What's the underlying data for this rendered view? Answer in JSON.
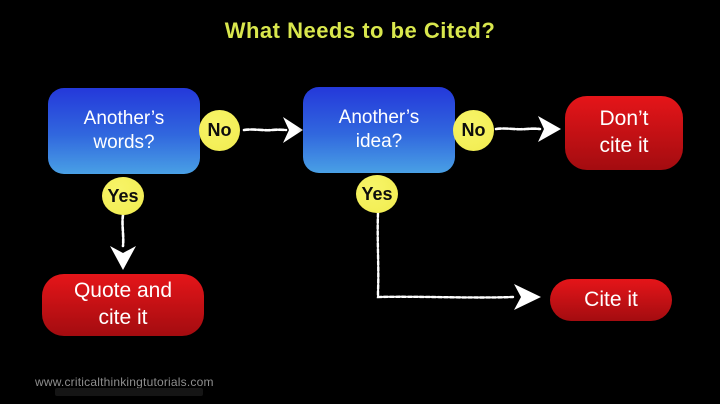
{
  "title": "What Needs to be Cited?",
  "watermark": "www.criticalthinkingtutorials.com",
  "nodes": {
    "words": {
      "label": "Another’s\nwords?"
    },
    "idea": {
      "label": "Another’s\nidea?"
    },
    "dont_cite": {
      "label": "Don’t\ncite it"
    },
    "quote_cite": {
      "label": "Quote and\ncite it"
    },
    "cite": {
      "label": "Cite it"
    }
  },
  "connectors": {
    "no1": "No",
    "no2": "No",
    "yes1": "Yes",
    "yes2": "Yes"
  },
  "colors": {
    "background": "#000000",
    "title": "#d9e74d",
    "blue_top": "#2438da",
    "blue_mid": "#3168de",
    "blue_bottom": "#49a0e5",
    "red_top": "#e51519",
    "red_bottom": "#a30c10",
    "circle": "#f1ec4f",
    "arrow": "#ffffff",
    "node_text": "#ffffff",
    "circle_text": "#0d0d0d",
    "watermark": "#8f8f8f"
  }
}
